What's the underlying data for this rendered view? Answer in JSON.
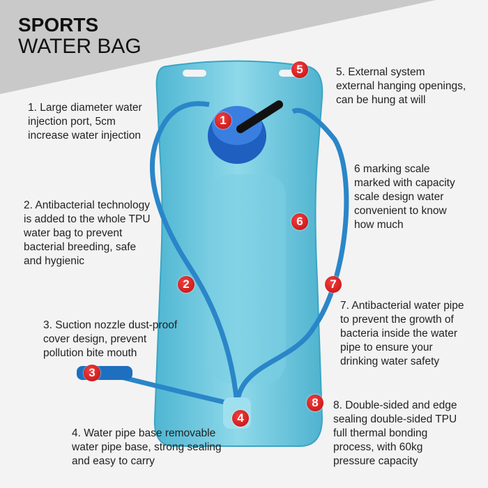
{
  "header": {
    "title_bold": "SPORTS",
    "title_regular": "WATER BAG"
  },
  "features": [
    {
      "number": "1",
      "lines": [
        "1. Large diameter water",
        "injection port, 5cm",
        "increase water injection"
      ]
    },
    {
      "number": "2",
      "lines": [
        "2. Antibacterial technology",
        "is added to the whole TPU",
        "water bag to prevent",
        "bacterial breeding, safe",
        "and hygienic"
      ]
    },
    {
      "number": "3",
      "lines": [
        "3. Suction nozzle dust-proof",
        "cover design, prevent",
        "pollution bite mouth"
      ]
    },
    {
      "number": "4",
      "lines": [
        "4. Water pipe base removable",
        "water pipe base, strong sealing",
        "and easy to carry"
      ]
    },
    {
      "number": "5",
      "lines": [
        "5. External system",
        "external hanging openings,",
        "can be hung at will"
      ]
    },
    {
      "number": "6",
      "lines": [
        "6 marking scale",
        "marked with capacity",
        "scale design water",
        "convenient to know",
        "how much"
      ]
    },
    {
      "number": "7",
      "lines": [
        "7. Antibacterial water pipe",
        "to prevent the growth of",
        "bacteria inside the water",
        "pipe to ensure your",
        "drinking water safety"
      ]
    },
    {
      "number": "8",
      "lines": [
        "8. Double-sided and edge",
        "sealing double-sided TPU",
        "full thermal bonding",
        "process, with 60kg",
        "pressure capacity"
      ]
    }
  ],
  "colors": {
    "badge": "#d01414",
    "bag": "#6cc8dc",
    "hose": "#2a86c8",
    "cap": "#1e5fc0",
    "band": "#c9c9c9"
  }
}
